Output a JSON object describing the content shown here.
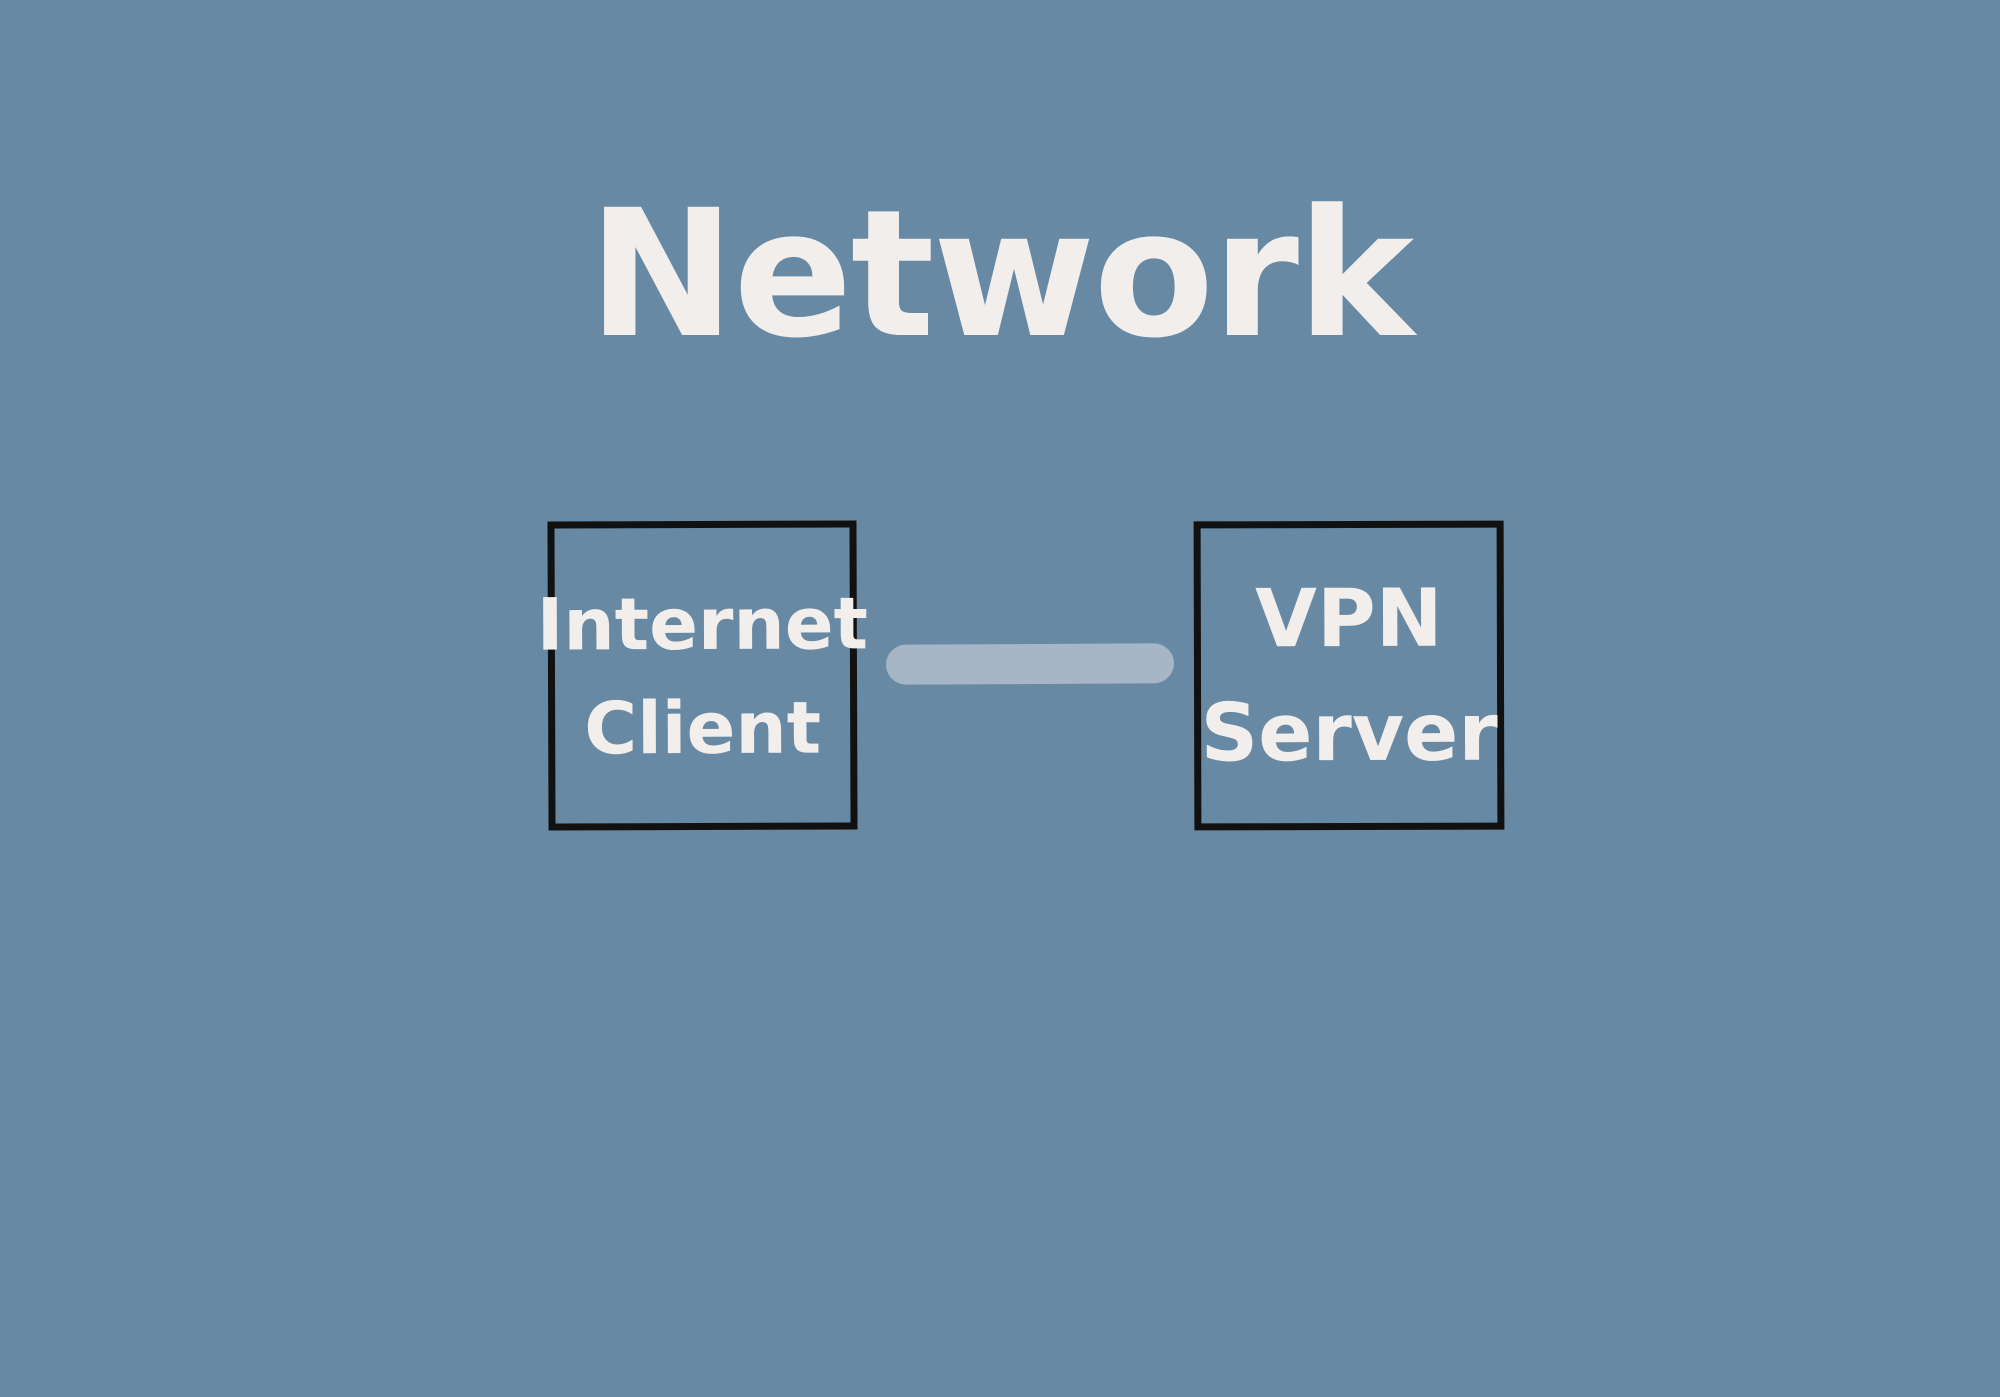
{
  "diagram": {
    "title": "Network",
    "nodes": [
      {
        "id": "client",
        "label_line1": "Internet",
        "label_line2": "Client"
      },
      {
        "id": "server",
        "label_line1": "VPN",
        "label_line2": "Server"
      }
    ],
    "edges": [
      {
        "from": "client",
        "to": "server"
      }
    ]
  },
  "colors": {
    "background": "#6789a4",
    "text": "#f2eeec",
    "box_border": "#111111",
    "connector": "#a7b6c4"
  }
}
